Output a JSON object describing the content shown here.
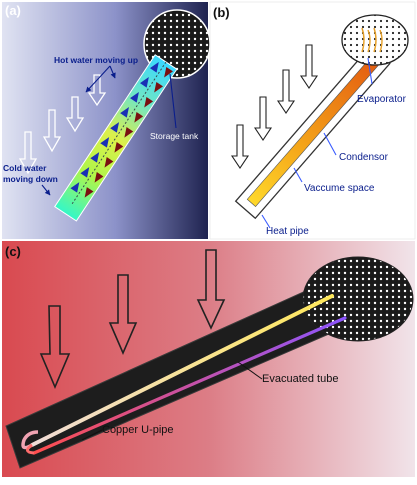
{
  "panels": {
    "a": {
      "letter": "(a)",
      "labels": {
        "hot": "Hot water moving up",
        "cold_line1": "Cold water",
        "cold_line2": "moving down",
        "tank": "Storage tank"
      }
    },
    "b": {
      "letter": "(b)",
      "labels": {
        "evaporator": "Evaporator",
        "condensor": "Condensor",
        "vaccume": "Vaccume space",
        "heatpipe": "Heat pipe"
      }
    },
    "c": {
      "letter": "(c)",
      "labels": {
        "evacuated": "Evacuated tube",
        "copper": "Copper U-pipe"
      }
    }
  },
  "colors": {
    "panel_a_bg_light": "#e0e3f2",
    "panel_a_bg_dark": "#1f2350",
    "panel_c_bg_red": "#d94a50",
    "panel_c_bg_pink": "#f1e4ea",
    "tube_dark": "#1d1d1d",
    "copper_yellow": "#ffe85a",
    "copper_purple": "#8c55ff",
    "label_blue": "#0a1e8c"
  }
}
